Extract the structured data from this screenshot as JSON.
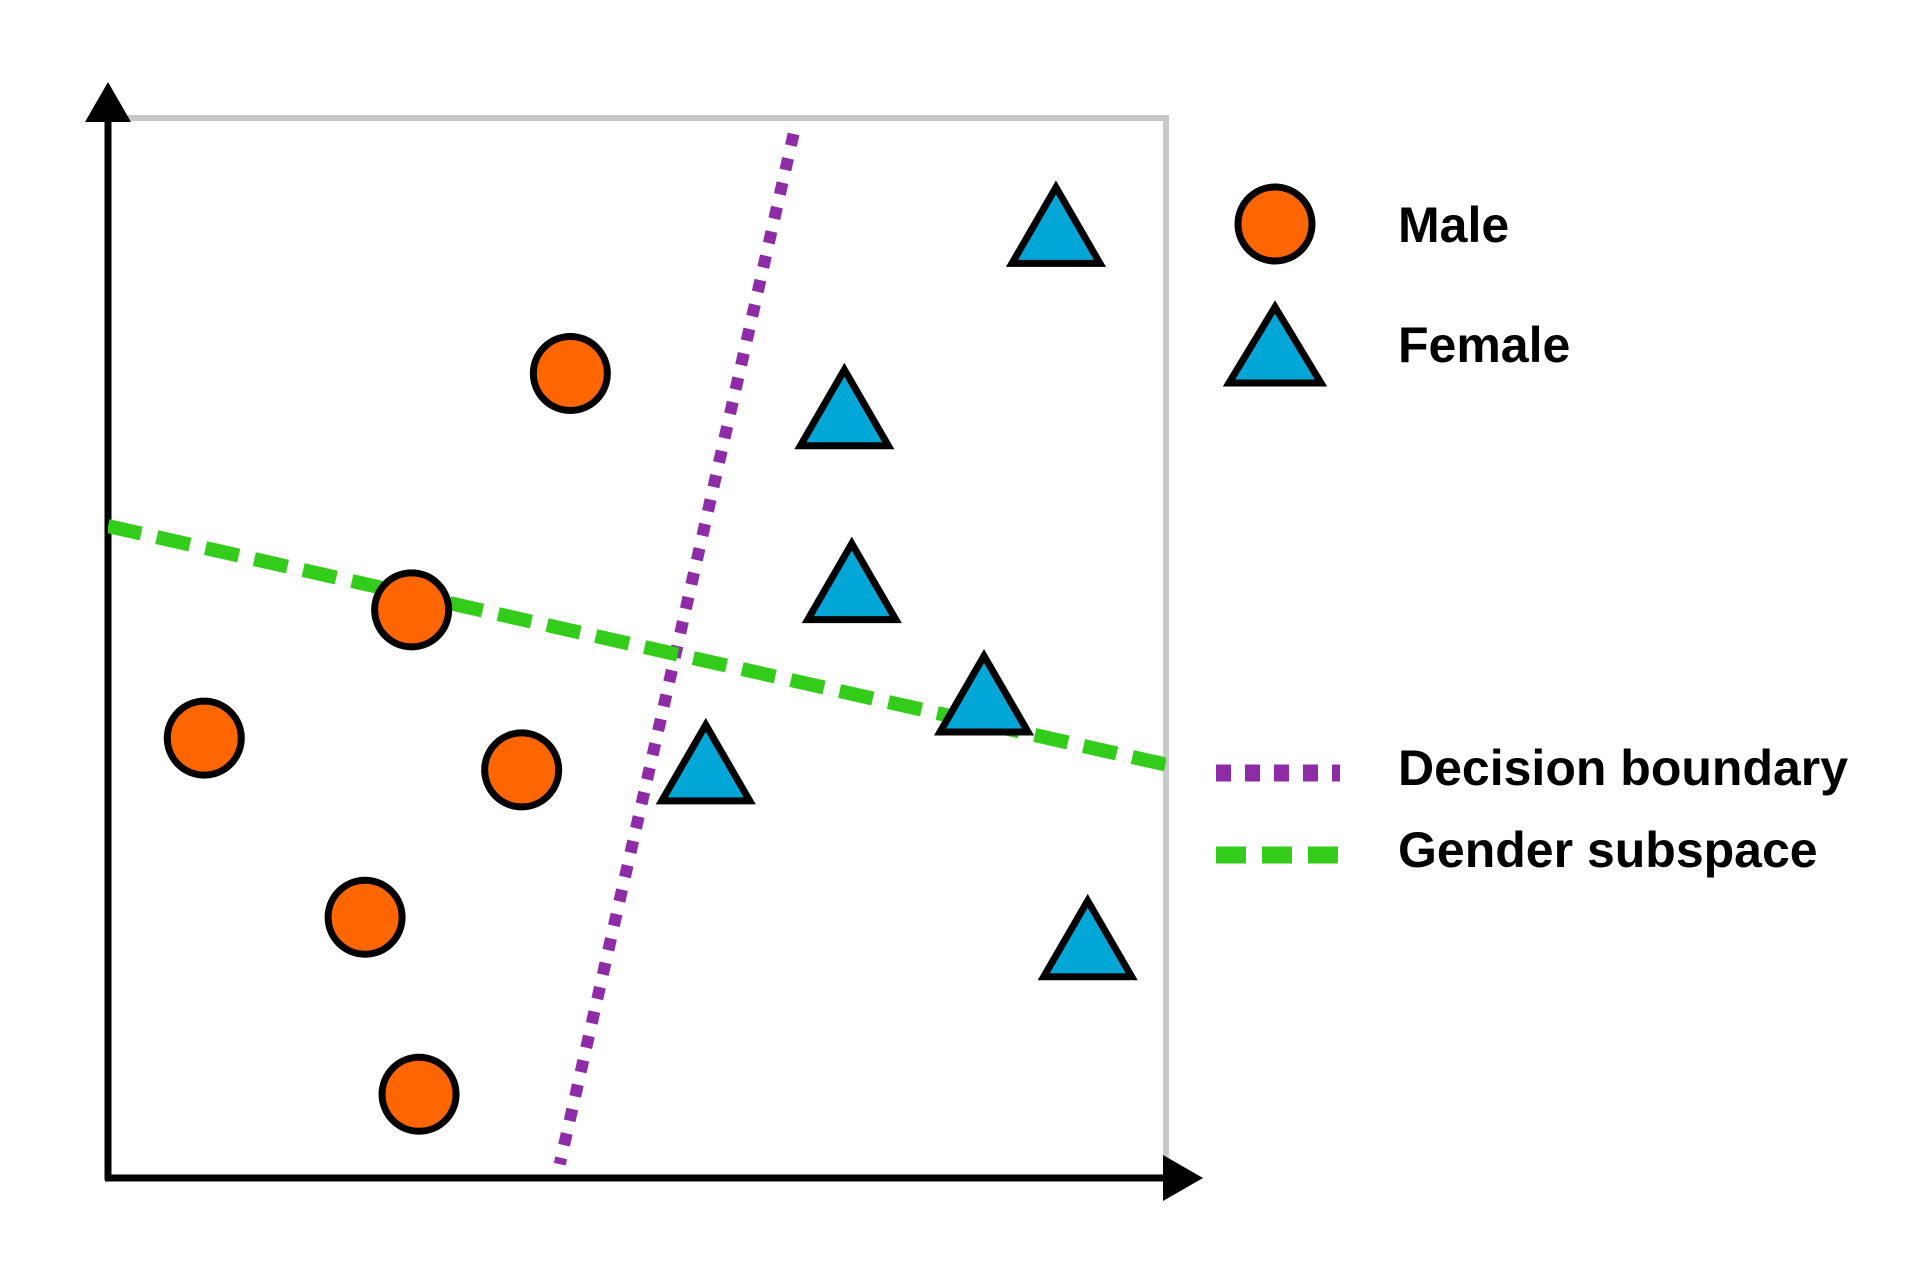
{
  "legend": {
    "male_label": "Male",
    "female_label": "Female",
    "boundary_label": "Decision boundary",
    "subspace_label": "Gender subspace"
  },
  "colors": {
    "male_fill": "#FF6600",
    "female_fill": "#00A6D6",
    "marker_stroke": "#000000",
    "decision_boundary": "#8E2CA8",
    "gender_subspace": "#33CC1A",
    "axis": "#000000",
    "frame": "#C8C8C8",
    "background": "#FFFFFF"
  },
  "icons": {
    "male_marker": "circle",
    "female_marker": "triangle"
  },
  "chart_data": {
    "type": "scatter",
    "title": "",
    "xlabel": "",
    "ylabel": "",
    "xlim": [
      0,
      100
    ],
    "ylim": [
      0,
      100
    ],
    "grid": false,
    "legend_position": "right",
    "series": [
      {
        "name": "Male",
        "marker": "circle",
        "points": [
          {
            "x": 43.7,
            "y": 75.9
          },
          {
            "x": 28.7,
            "y": 53.6
          },
          {
            "x": 9.1,
            "y": 41.5
          },
          {
            "x": 39.1,
            "y": 38.5
          },
          {
            "x": 24.3,
            "y": 24.6
          },
          {
            "x": 29.4,
            "y": 7.9
          }
        ]
      },
      {
        "name": "Female",
        "marker": "triangle",
        "points": [
          {
            "x": 89.6,
            "y": 89.3
          },
          {
            "x": 69.6,
            "y": 72.1
          },
          {
            "x": 70.3,
            "y": 55.7
          },
          {
            "x": 82.8,
            "y": 45.1
          },
          {
            "x": 56.5,
            "y": 38.6
          },
          {
            "x": 92.6,
            "y": 22.0
          }
        ]
      }
    ],
    "lines": [
      {
        "name": "Decision boundary",
        "style": "dotted",
        "x": [
          64.8,
          42.7
        ],
        "y": [
          98.5,
          1.3
        ]
      },
      {
        "name": "Gender subspace",
        "style": "dashed",
        "x": [
          0,
          100
        ],
        "y": [
          61.5,
          39.0
        ]
      }
    ]
  }
}
